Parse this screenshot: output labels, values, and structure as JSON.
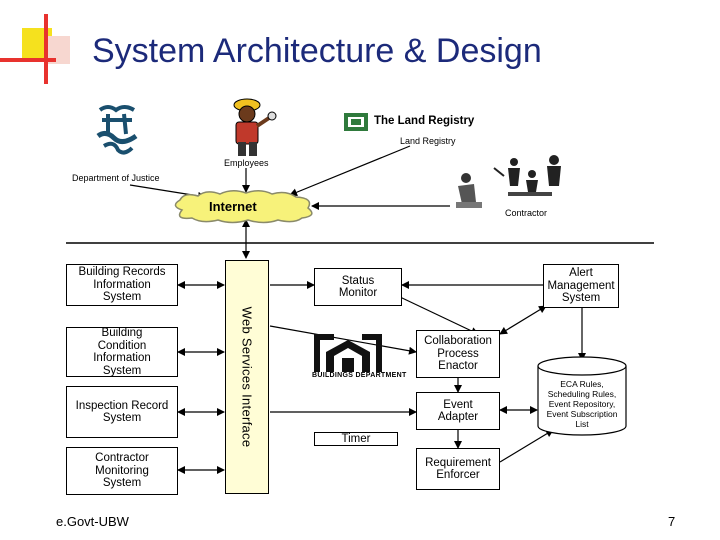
{
  "slide": {
    "title": "System Architecture & Design",
    "footer": "e.Govt-UBW",
    "page_number": "7"
  },
  "actors": {
    "department_of_justice": "Department of Justice",
    "employees": "Employees",
    "land_registry_logo_text": "The Land Registry",
    "land_registry": "Land Registry",
    "internet": "Internet",
    "contractor": "Contractor"
  },
  "boxes": {
    "building_records": "Building Records\nInformation\nSystem",
    "building_condition": "Building\nCondition\nInformation\nSystem",
    "inspection_record": "Inspection Record\nSystem",
    "contractor_monitoring": "Contractor\nMonitoring\nSystem",
    "web_services": "Web Services Interface",
    "status_monitor": "Status\nMonitor",
    "alert_management": "Alert\nManagement\nSystem",
    "collaboration": "Collaboration\nProcess\nEnactor",
    "event_adapter": "Event\nAdapter",
    "timer": "Timer",
    "requirement_enforcer": "Requirement\nEnforcer",
    "eca_store": "ECA Rules,\nScheduling Rules,\nEvent Repository,\nEvent Subscription\nList"
  },
  "logos": {
    "buildings_department": "BUILDINGS DEPARTMENT"
  },
  "colors": {
    "title": "#1c2a7a",
    "accent_yellow": "#f5e11e",
    "accent_red": "#e8322e",
    "cloud_fill": "#f7f27a",
    "interface_fill": "#fffdd6",
    "justice_logo": "#1a4f6e",
    "land_registry_green": "#2f7a3c"
  }
}
